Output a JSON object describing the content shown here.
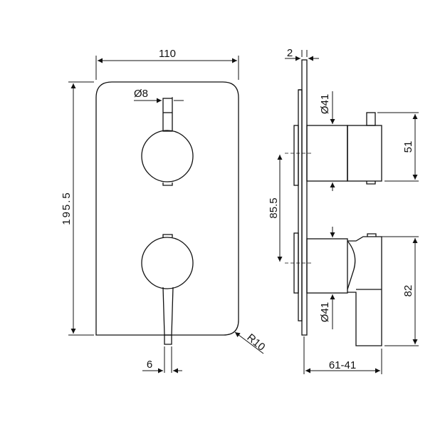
{
  "colors": {
    "stroke": "#111111",
    "background": "#ffffff"
  },
  "dimensions": {
    "plate_width": "110",
    "plate_height": "195.5",
    "stem_diameter": "Ø8",
    "lever_width": "6",
    "corner_radius": "R10",
    "plate_thickness": "2",
    "knob_diameter_top": "Ø41",
    "knob_diameter_bottom": "Ø41",
    "axis_spacing": "85.5",
    "top_handle_height": "51",
    "bottom_handle_height": "82",
    "projection_depth": "61-41"
  }
}
